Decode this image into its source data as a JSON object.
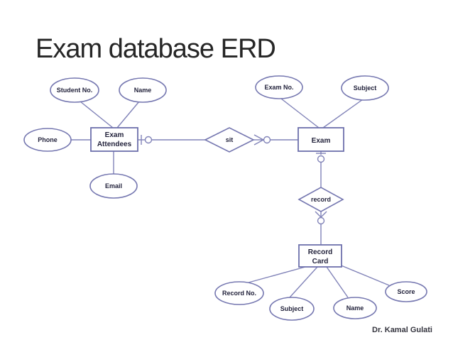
{
  "slide": {
    "title": "Exam database ERD",
    "attribution": "Dr. Kamal Gulati"
  },
  "diagram": {
    "type": "entity-relationship-diagram",
    "entities": [
      {
        "name": "exam-attendees",
        "label": "Exam Attendees",
        "lines": [
          "Exam",
          "Attendees"
        ]
      },
      {
        "name": "exam",
        "label": "Exam",
        "lines": [
          "Exam"
        ]
      },
      {
        "name": "record-card",
        "label": "Record Card",
        "lines": [
          "Record",
          "Card"
        ]
      }
    ],
    "relationships": [
      {
        "name": "sit",
        "label": "sit",
        "from": "Exam Attendees",
        "to": "Exam"
      },
      {
        "name": "record",
        "label": "record",
        "from": "Exam",
        "to": "Record Card"
      }
    ],
    "attributes": [
      {
        "name": "student-no",
        "label": "Student No.",
        "of": "Exam Attendees"
      },
      {
        "name": "name-attendee",
        "label": "Name",
        "of": "Exam Attendees"
      },
      {
        "name": "phone",
        "label": "Phone",
        "of": "Exam Attendees"
      },
      {
        "name": "email",
        "label": "Email",
        "of": "Exam Attendees"
      },
      {
        "name": "exam-no",
        "label": "Exam No.",
        "of": "Exam"
      },
      {
        "name": "subject-exam",
        "label": "Subject",
        "of": "Exam"
      },
      {
        "name": "record-no",
        "label": "Record No.",
        "of": "Record Card"
      },
      {
        "name": "subject-record",
        "label": "Subject",
        "of": "Record Card"
      },
      {
        "name": "name-record",
        "label": "Name",
        "of": "Record Card"
      },
      {
        "name": "score",
        "label": "Score",
        "of": "Record Card"
      }
    ],
    "cardinality_symbols": [
      "one-tick",
      "optional-circle",
      "many-crowfoot"
    ],
    "colors": {
      "background": "#ffffff",
      "shape_border": "#7577b0",
      "connector": "#8183b8",
      "shape_label": "#23233c",
      "title_text": "#262626",
      "attribution_text": "#35353f"
    }
  }
}
